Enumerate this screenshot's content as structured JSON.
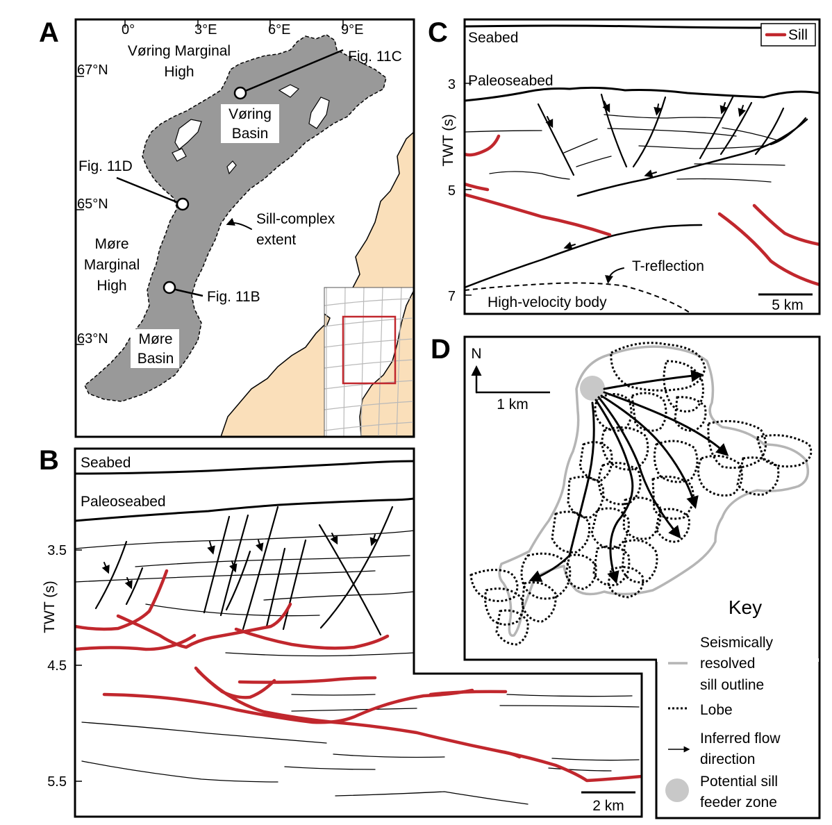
{
  "colors": {
    "sill": "#c1272d",
    "sill_complex": "#999999",
    "land": "#fadfba",
    "outline": "#b5b5b5",
    "feeder": "#c8c8c8"
  },
  "panelA": {
    "label": "A",
    "lon_ticks": [
      "0°",
      "3°E",
      "6°E",
      "9°E"
    ],
    "lat_ticks": [
      "67°N",
      "65°N",
      "63°N"
    ],
    "region_voring_high": [
      "Vøring Marginal",
      "High"
    ],
    "region_voring_basin": [
      "Vøring",
      "Basin"
    ],
    "region_more_high": [
      "Møre",
      "Marginal",
      "High"
    ],
    "region_more_basin": [
      "Møre",
      "Basin"
    ],
    "sill_extent_label": [
      "Sill-complex",
      "extent"
    ],
    "fig_11c": "Fig. 11C",
    "fig_11d": "Fig. 11D",
    "fig_11b": "Fig. 11B"
  },
  "panelB": {
    "label": "B",
    "seabed": "Seabed",
    "paleoseabed": "Paleoseabed",
    "axis_label": "TWT (s)",
    "ticks": [
      "3.5",
      "4.5",
      "5.5"
    ],
    "scale": "2 km"
  },
  "panelC": {
    "label": "C",
    "seabed": "Seabed",
    "paleoseabed": "Paleoseabed",
    "axis_label": "TWT (s)",
    "ticks": [
      "3",
      "5",
      "7"
    ],
    "legend_sill": "Sill",
    "t_reflection": "T-reflection",
    "hv_body": "High-velocity body",
    "scale": "5 km"
  },
  "panelD": {
    "label": "D",
    "north": "N",
    "scale": "1 km",
    "key_title": "Key",
    "key_outline": [
      "Seismically",
      "resolved",
      "sill outline"
    ],
    "key_lobe": "Lobe",
    "key_flow": [
      "Inferred flow",
      "direction"
    ],
    "key_feeder": [
      "Potential sill",
      "feeder zone"
    ]
  }
}
